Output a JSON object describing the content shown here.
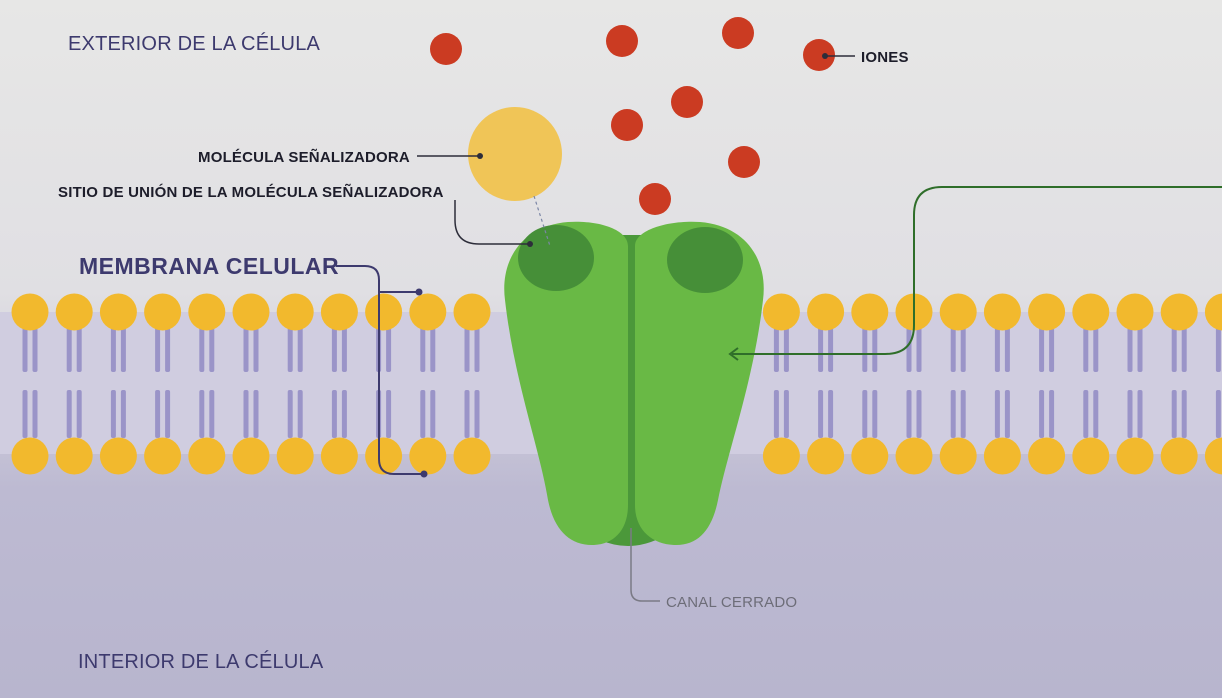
{
  "labels": {
    "exterior": "EXTERIOR DE LA CÉLULA",
    "interior": "INTERIOR DE LA CÉLULA",
    "ions": "IONES",
    "signal_molecule": "MOLÉCULA SEÑALIZADORA",
    "binding_site": "SITIO DE UNIÓN DE LA MOLÉCULA SEÑALIZADORA",
    "membrane": "MEMBRANA CELULAR",
    "channel_state": "CANAL CERRADO"
  },
  "colors": {
    "exterior_bg": "#e4e4e4",
    "interior_bg": "#b9b6cf",
    "phospholipid_head": "#f2b92d",
    "lipid_tail": "#9a94c8",
    "ion": "#cb3b22",
    "signal_molecule": "#f0c557",
    "channel": "#69b945",
    "channel_dark": "#4b983a",
    "binding_site": "#3f8c37",
    "label_accent": "#3d3a6e",
    "leader_green": "#2f6e2a",
    "leader_dark": "#2d2d3a",
    "leader_purple": "#3d3a6e",
    "leader_grey": "#7a7a85"
  },
  "icons": {
    "ion": "red-circle",
    "signal_molecule": "yellow-circle",
    "phospholipid": "yellow-circle-with-two-tails"
  }
}
